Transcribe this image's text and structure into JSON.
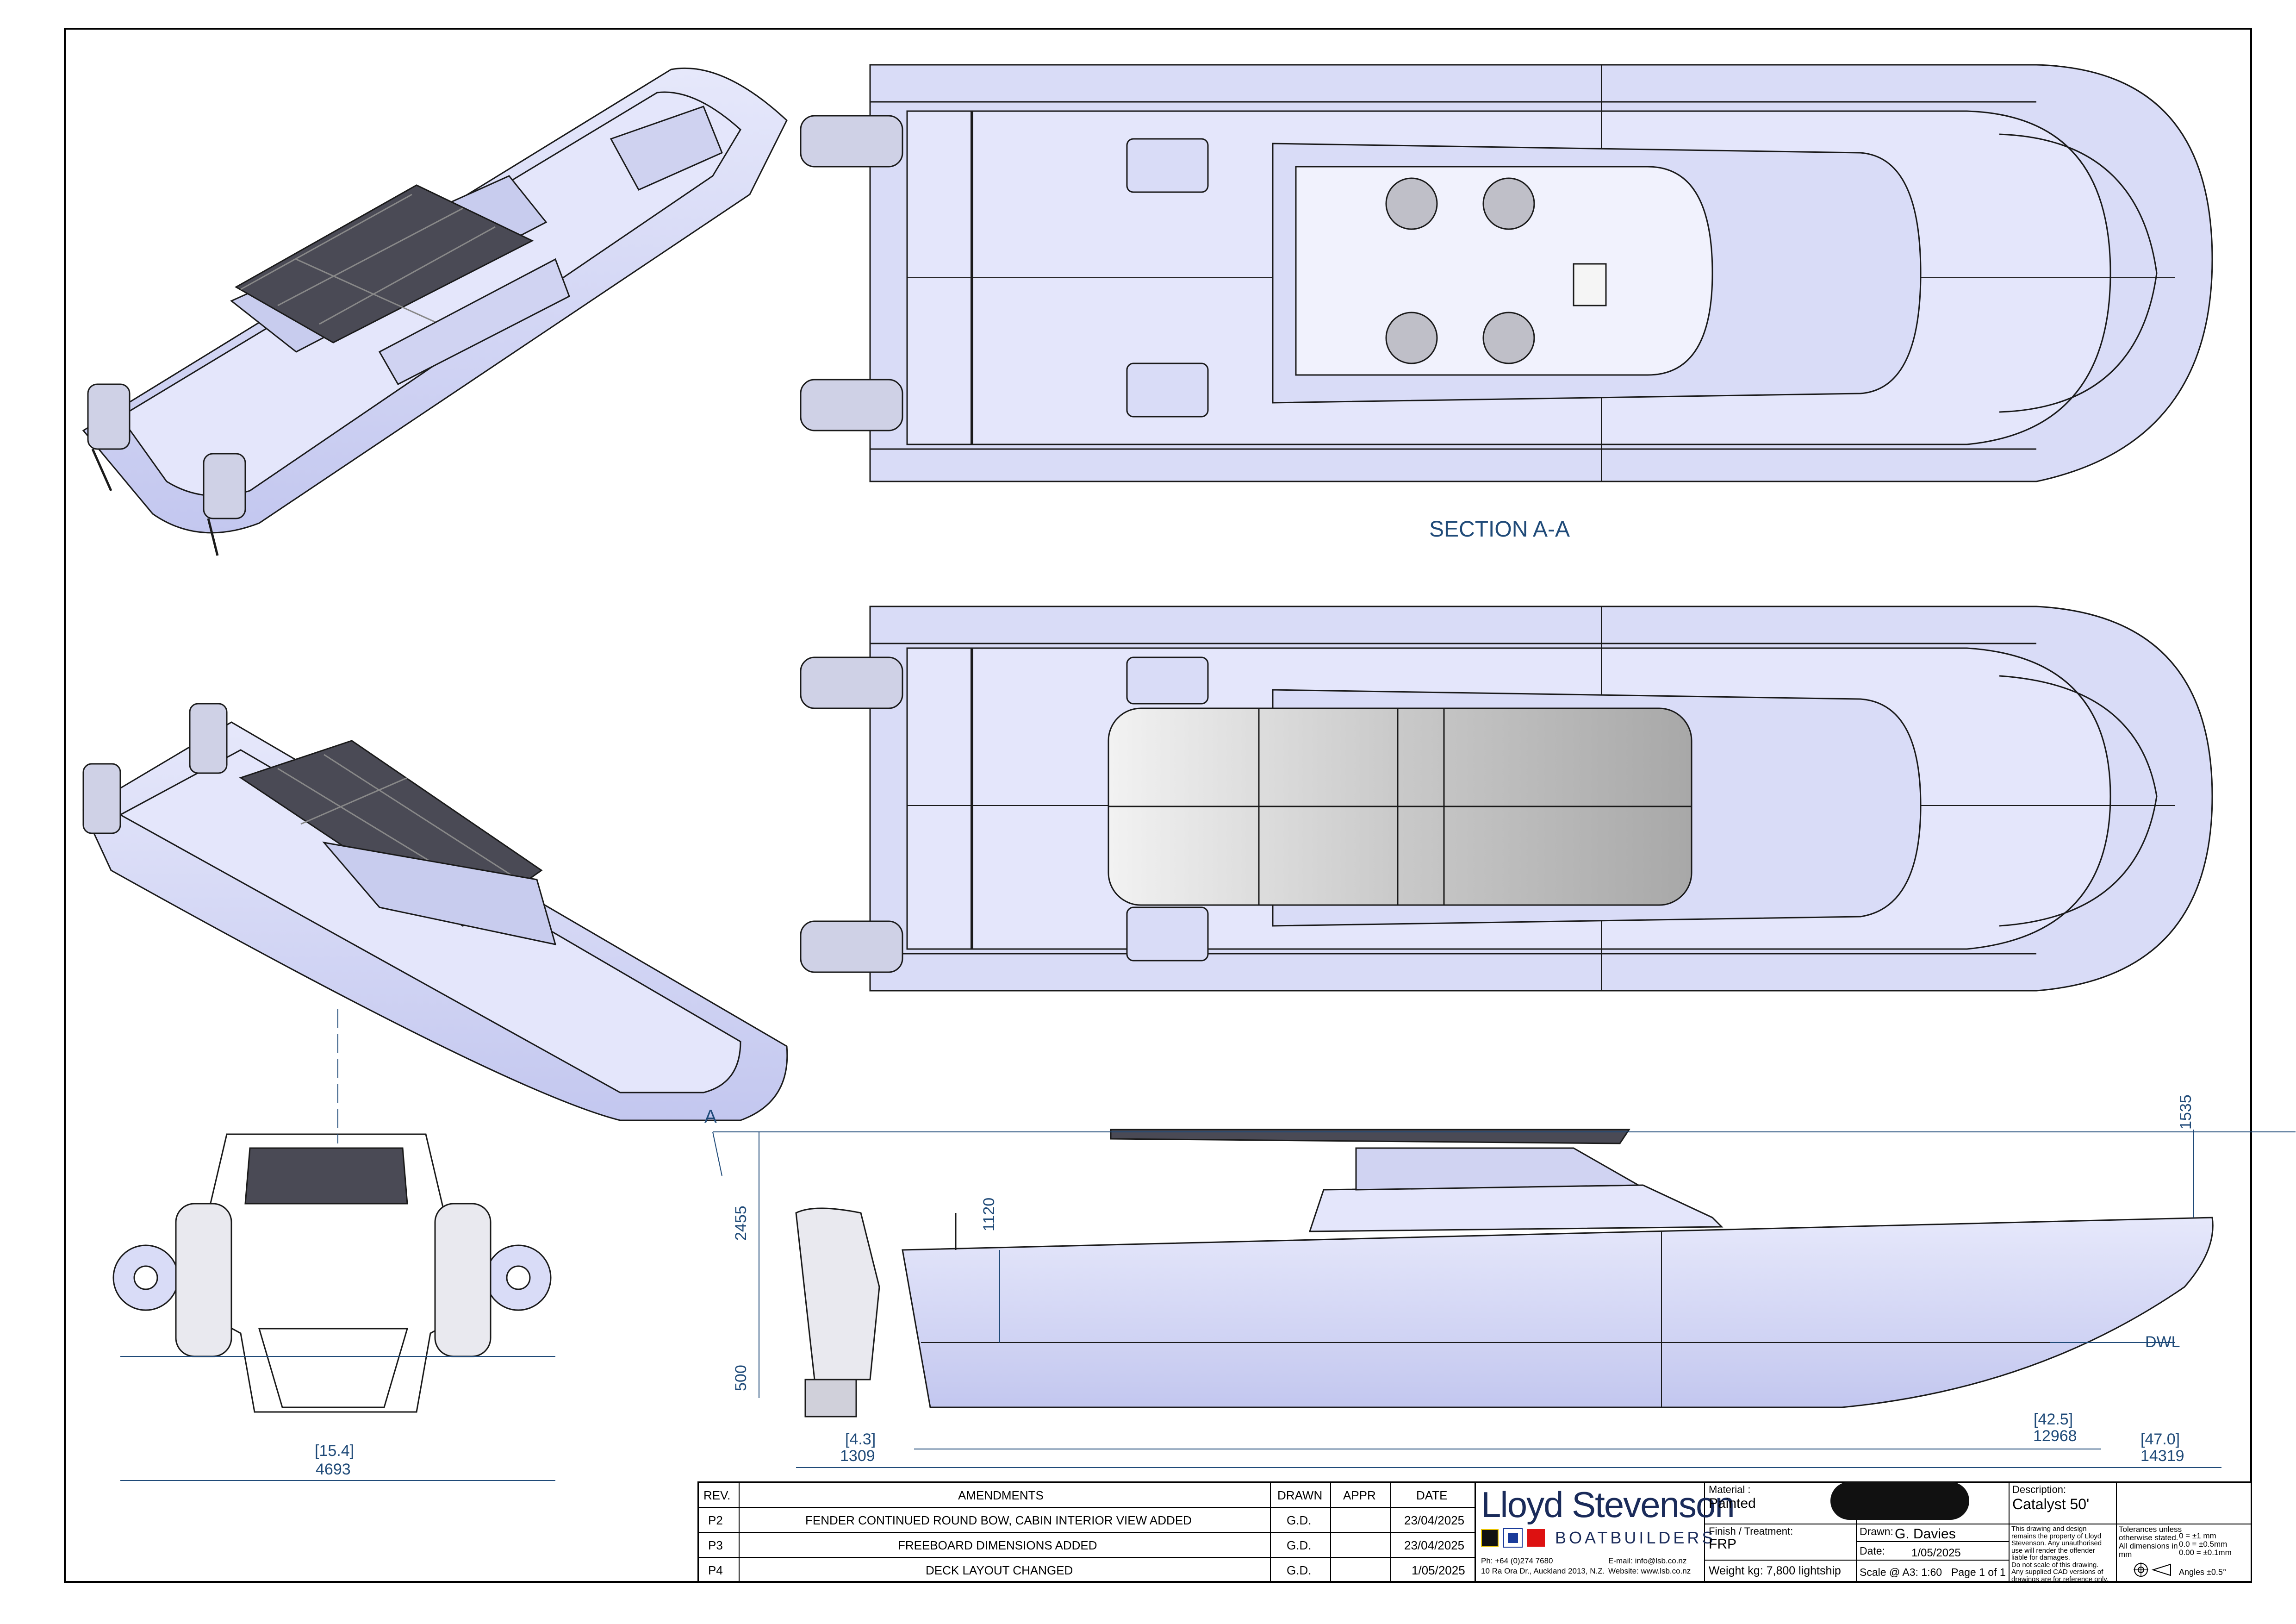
{
  "views": {
    "section_title": "SECTION A-A",
    "section_marker": "A"
  },
  "dimensions": {
    "beam_in": "[15.4]",
    "beam_mm": "4693",
    "engine_in": "[4.3]",
    "engine_mm": "1309",
    "hull_in": "[42.5]",
    "hull_mm": "12968",
    "loa_in": "[47.0]",
    "loa_mm": "14319",
    "height": "2455",
    "draft": "500",
    "freeboard": "1120",
    "bow_freeboard": "1535",
    "waterline": "DWL"
  },
  "amendments": {
    "headers": [
      "REV.",
      "AMENDMENTS",
      "DRAWN",
      "APPR",
      "DATE"
    ],
    "rows": [
      {
        "rev": "P2",
        "text": "FENDER CONTINUED ROUND BOW, CABIN INTERIOR VIEW ADDED",
        "drawn": "G.D.",
        "appr": "",
        "date": "23/04/2025"
      },
      {
        "rev": "P3",
        "text": "FREEBOARD DIMENSIONS ADDED",
        "drawn": "G.D.",
        "appr": "",
        "date": "23/04/2025"
      },
      {
        "rev": "P4",
        "text": "DECK LAYOUT CHANGED",
        "drawn": "G.D.",
        "appr": "",
        "date": "1/05/2025"
      }
    ]
  },
  "company": {
    "name": "Lloyd Stevenson",
    "sub": "BOATBUILDERS",
    "phone": "Ph: +64 (0)274 7680",
    "address": "10 Ra Ora Dr., Auckland 2013, N.Z.",
    "email": "E-mail:  info@lsb.co.nz",
    "website": "Website: www.lsb.co.nz"
  },
  "details": {
    "material_label": "Material :",
    "material": "Painted",
    "finish_label": "Finish / Treatment:",
    "finish": "FRP",
    "weight": "Weight kg: 7,800 lightship",
    "drawn_label": "Drawn:",
    "drawn": "G. Davies",
    "date_label": "Date:",
    "date": "1/05/2025",
    "scale": "Scale @ A3: 1:60",
    "page": "Page 1 of 1",
    "description_label": "Description:",
    "description": "Catalyst 50'",
    "disclaimer": [
      "This drawing and design",
      "remains  the property of Lloyd",
      "Stevenson. Any unauthorised",
      "use will render the offender",
      "liable for damages.",
      "Do not scale of this drawing.",
      "Any supplied CAD versions of",
      "drawings are for reference only."
    ],
    "tol_1": "Tolerances unless",
    "tol_2": "otherwise stated.",
    "tol_3": "All dimensions in",
    "tol_4": "mm",
    "tol_a": "0     = ±1   mm",
    "tol_b": "0.0  = ±0.5mm",
    "tol_c": "0.00 = ±0.1mm",
    "angles": "Angles ±0.5°"
  },
  "colors": {
    "hull": "#d9dcf7",
    "hull_dark": "#b9bdea",
    "line": "#1a1a1a",
    "dim": "#1f4a78",
    "roof": "#4a4a55"
  }
}
